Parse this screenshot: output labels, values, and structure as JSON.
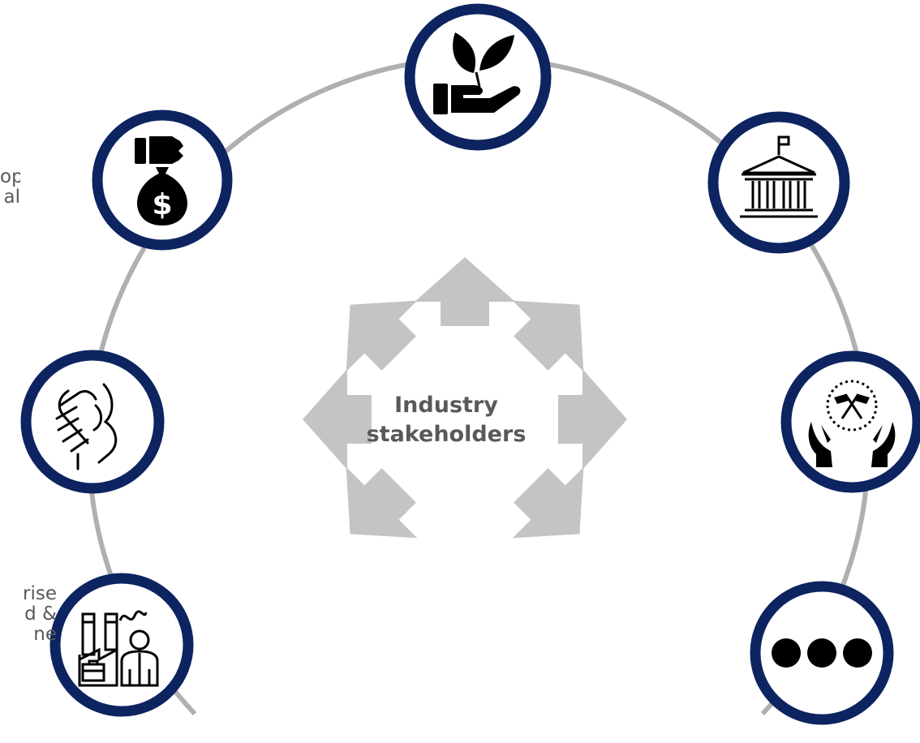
{
  "center": {
    "line1": "Industry",
    "line2": "stakeholders"
  },
  "side_text": {
    "left_top": "op\nal",
    "left_bottom": "rise\nd &\nne"
  },
  "nodes": [
    {
      "name": "plant-in-hand-icon"
    },
    {
      "name": "money-bag-icon"
    },
    {
      "name": "government-building-icon"
    },
    {
      "name": "handshake-icon"
    },
    {
      "name": "hands-with-flags-icon"
    },
    {
      "name": "factory-worker-icon"
    },
    {
      "name": "more-icon"
    }
  ],
  "colors": {
    "ring": "#0d2461",
    "arc": "#b0b0b0",
    "arrow": "#c4c4c4",
    "text": "#595959",
    "icon": "#000000"
  }
}
